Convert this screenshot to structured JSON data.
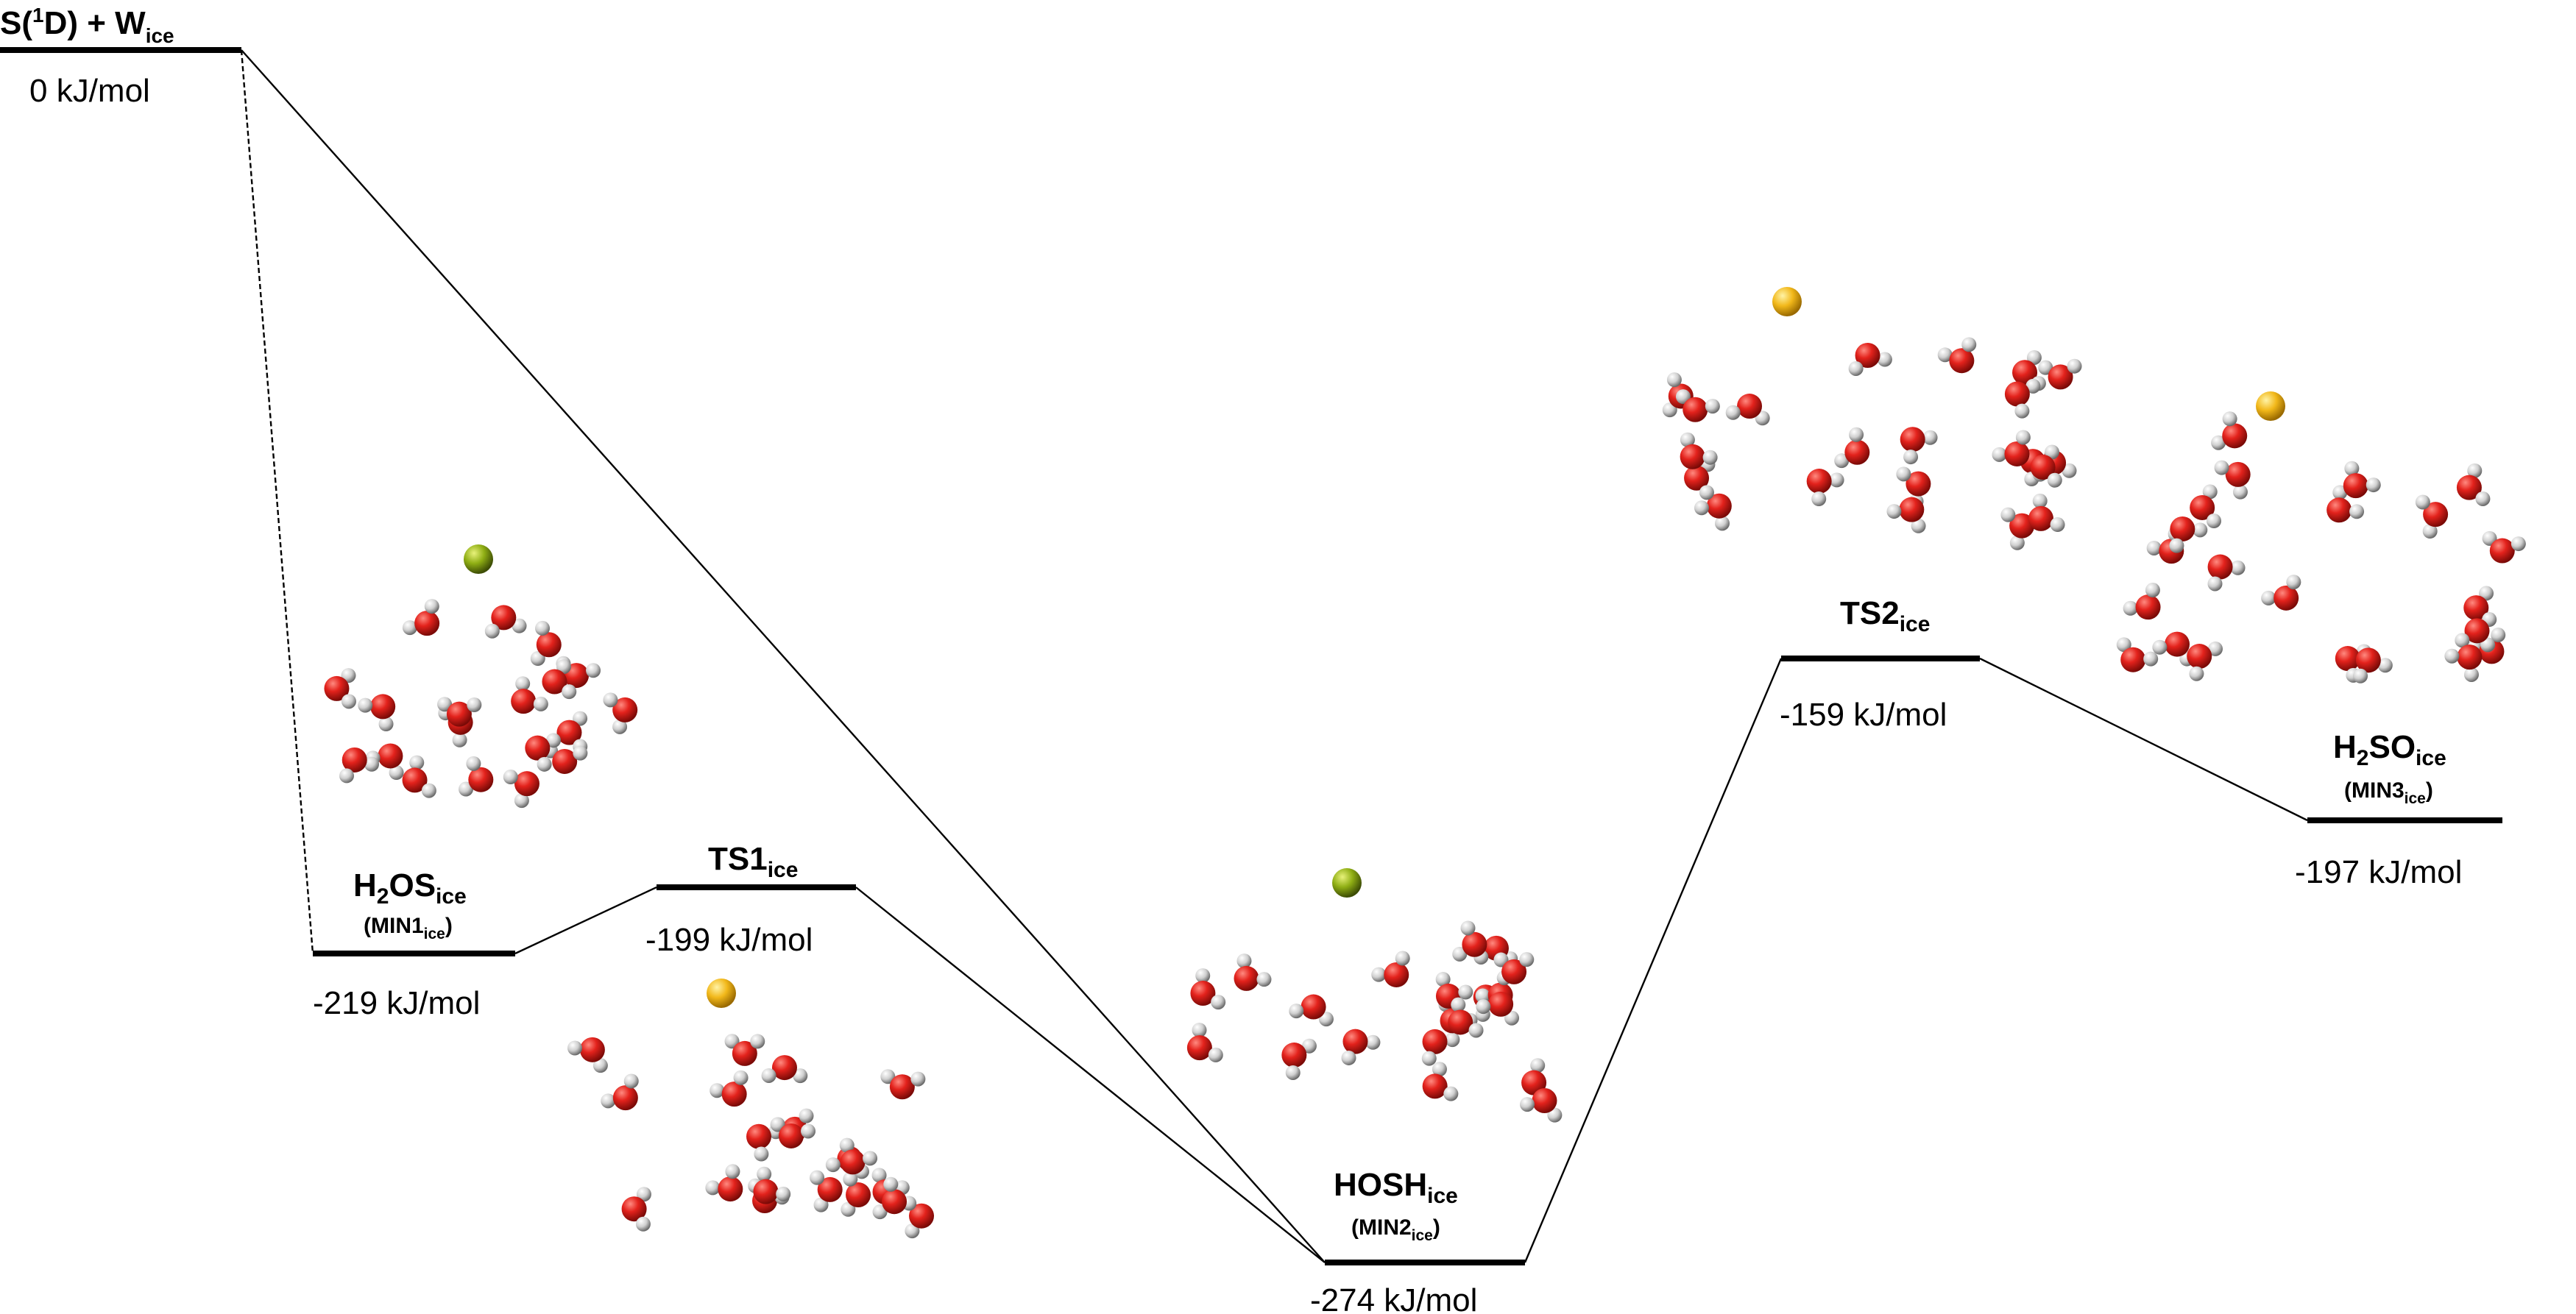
{
  "levels": [
    {
      "id": "reactants",
      "name_main": "S(",
      "name_sup": "1",
      "name_mid": "D) + W",
      "name_sub": "ice",
      "energy": "0 kJ/mol",
      "value": 0
    },
    {
      "id": "min1",
      "name_main": "H",
      "name_sub": "2",
      "name_mid": "OS",
      "name_sub2": "ice",
      "tag_main": "(MIN1",
      "tag_sub": "ice",
      "tag_end": ")",
      "energy": "-219 kJ/mol",
      "value": -219
    },
    {
      "id": "ts1",
      "name_main": "TS1",
      "name_sub": "ice",
      "energy": "-199 kJ/mol",
      "value": -199
    },
    {
      "id": "min2",
      "name_main": "HOSH",
      "name_sub": "ice",
      "tag_main": "(MIN2",
      "tag_sub": "ice",
      "tag_end": ")",
      "energy": "-274 kJ/mol",
      "value": -274
    },
    {
      "id": "ts2",
      "name_main": "TS2",
      "name_sub": "ice",
      "energy": "-159 kJ/mol",
      "value": -159
    },
    {
      "id": "min3",
      "name_main": "H",
      "name_sub": "2",
      "name_mid": "SO",
      "name_sub2": "ice",
      "tag_main": "(MIN3",
      "tag_sub": "ice",
      "tag_end": ")",
      "energy": "-197 kJ/mol",
      "value": -197
    }
  ],
  "colors": {
    "oxygen": "#e3221c",
    "hydrogen": "#d4d4d4",
    "sulfur_green": "#7d9a12",
    "sulfur_yellow": "#f2b81a",
    "line": "#000000"
  },
  "structures": [
    "min1-cluster",
    "ts1-cluster",
    "min2-cluster",
    "ts2-cluster",
    "min3-cluster"
  ]
}
